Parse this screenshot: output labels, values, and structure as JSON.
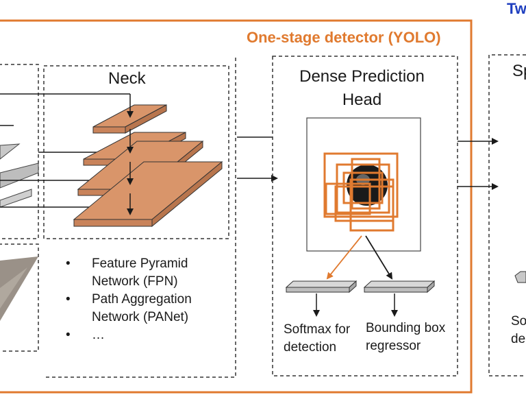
{
  "header": {
    "two_stage_title_fragment": "Tw"
  },
  "one_stage": {
    "title": "One-stage detector (YOLO)"
  },
  "neck": {
    "title": "Neck",
    "bullets": [
      {
        "bullet": "•",
        "lines": [
          "Feature Pyramid",
          "Network (FPN)"
        ]
      },
      {
        "bullet": "•",
        "lines": [
          "Path Aggregation",
          "Network (PANet)"
        ]
      },
      {
        "bullet": "•",
        "lines": [
          "…"
        ]
      }
    ]
  },
  "dense_head": {
    "title_line1": "Dense Prediction",
    "title_line2": "Head",
    "outputs": [
      {
        "line1": "Softmax for",
        "line2": "detection"
      },
      {
        "line1": "Bounding box",
        "line2": "regressor"
      }
    ]
  },
  "two_stage_fragment": {
    "title_fragment": "Sp",
    "label_fragment_line1": "So",
    "label_fragment_line2": "de"
  },
  "colors": {
    "accent_orange": "#e07a2f",
    "layer_fill": "#d9956a",
    "title_blue": "#1f3fbf",
    "gray_layer": "#bdbdbd"
  }
}
